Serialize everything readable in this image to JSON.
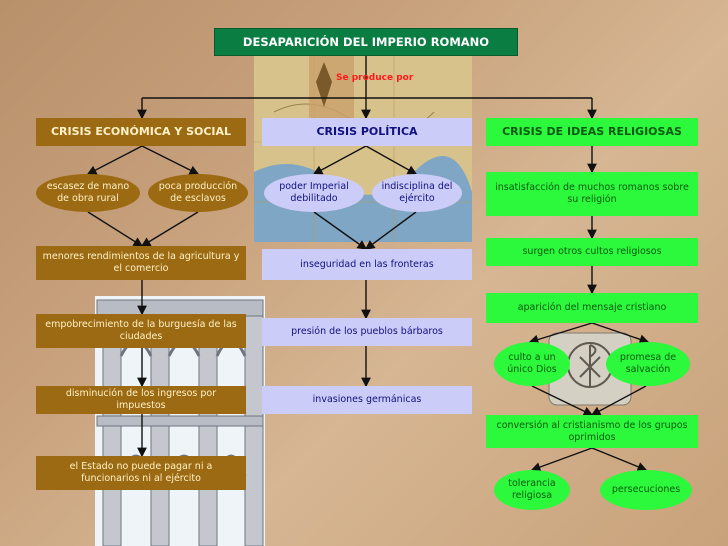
{
  "title": "DESAPARICIÓN DEL IMPERIO ROMANO",
  "connector_note": "Se produce por",
  "economica": {
    "header": "CRISIS ECONÓMICA Y SOCIAL",
    "escasez": "escasez de mano de obra rural",
    "poca": "poca producción de esclavos",
    "menores": "menores rendimientos de la agricultura y el comercio",
    "empobrecimiento": "empobrecimiento de la burguesía de las ciudades",
    "disminucion": "disminución de los ingresos por impuestos",
    "estado": "el Estado no puede pagar ni a funcionarios ni al ejército"
  },
  "politica": {
    "header": "CRISIS POLÍTICA",
    "poder": "poder Imperial debilitado",
    "indisciplina": "indisciplina del ejército",
    "inseguridad": "inseguridad en las fronteras",
    "presion": "presión de los pueblos bárbaros",
    "invasiones": "invasiones germánicas"
  },
  "religiosa": {
    "header": "CRISIS DE IDEAS RELIGIOSAS",
    "insatisfaccion": "insatisfacción de muchos romanos sobre su religión",
    "cultos": "surgen otros cultos religiosos",
    "aparicion": "aparición del mensaje cristiano",
    "culto": "culto a un único Dios",
    "promesa": "promesa de salvación",
    "conversion": "conversión al cristianismo de los grupos oprimidos",
    "tolerancia": "tolerancia religiosa",
    "persecuciones": "persecuciones"
  },
  "colors": {
    "title": "#0a7d42",
    "economica": "#9b6a12",
    "politica": "#ccccf8",
    "religiosa": "#2cf83c",
    "lines": "#111111"
  }
}
